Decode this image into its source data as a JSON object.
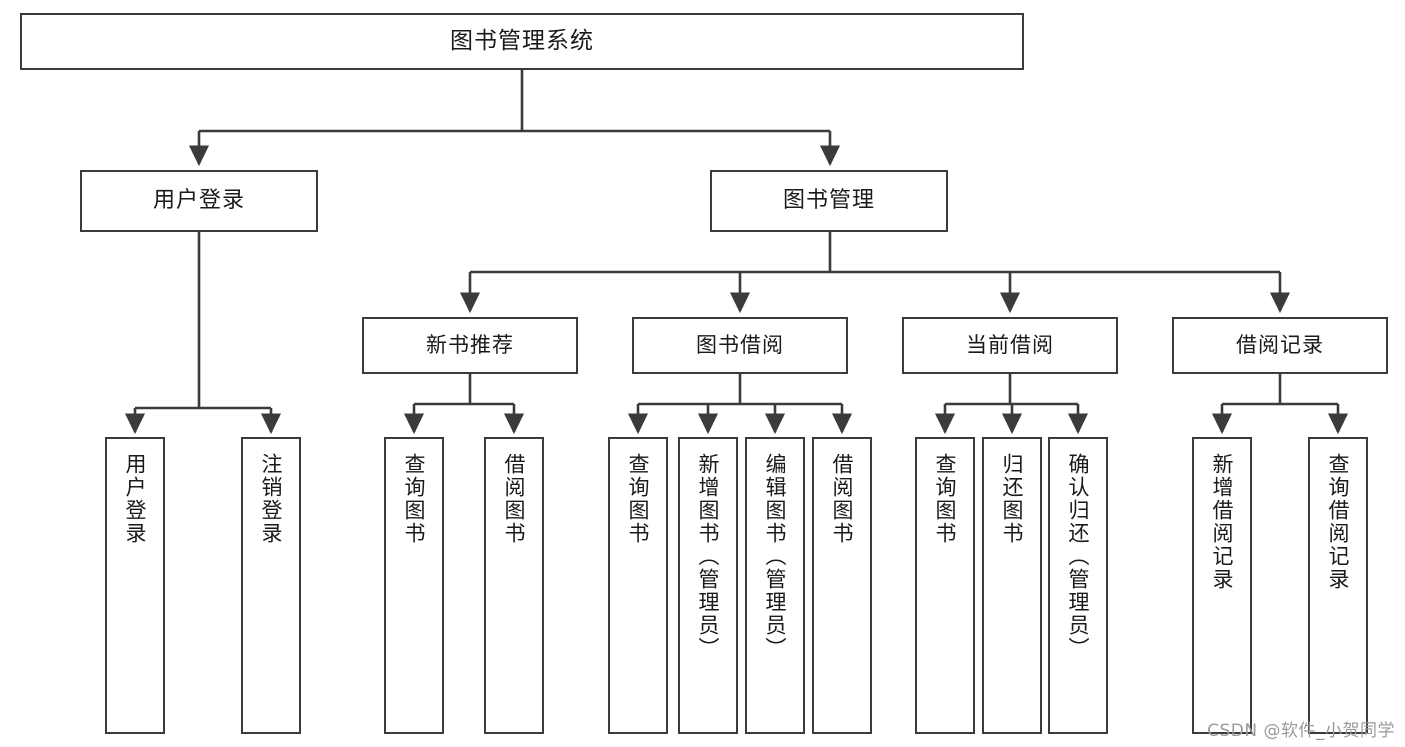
{
  "diagram": {
    "title": "图书管理系统",
    "type": "tree",
    "watermark": "CSDN @软件_小贺同学",
    "colors": {
      "box_border": "#3b3b3b",
      "box_fill": "#ffffff",
      "edge": "#3b3b3b",
      "text": "#1a1a1a",
      "watermark": "#9a9a9a"
    },
    "nodes": {
      "root": {
        "label": "图书管理系统"
      },
      "level2": [
        {
          "id": "user-login",
          "label": "用户登录"
        },
        {
          "id": "book-management",
          "label": "图书管理"
        }
      ],
      "level3": [
        {
          "id": "new-book-recommend",
          "label": "新书推荐"
        },
        {
          "id": "book-borrow",
          "label": "图书借阅"
        },
        {
          "id": "current-borrow",
          "label": "当前借阅"
        },
        {
          "id": "borrow-record",
          "label": "借阅记录"
        }
      ],
      "leaves": {
        "user-login": [
          {
            "id": "leaf-user-login",
            "label": "用户登录"
          },
          {
            "id": "leaf-logout-login",
            "label": "注销登录"
          }
        ],
        "new-book-recommend": [
          {
            "id": "leaf-query-book-1",
            "label": "查询图书"
          },
          {
            "id": "leaf-borrow-book-1",
            "label": "借阅图书"
          }
        ],
        "book-borrow": [
          {
            "id": "leaf-query-book-2",
            "label": "查询图书"
          },
          {
            "id": "leaf-add-book",
            "label": "新增图书（管理员）"
          },
          {
            "id": "leaf-edit-book",
            "label": "编辑图书（管理员）"
          },
          {
            "id": "leaf-borrow-book-2",
            "label": "借阅图书"
          }
        ],
        "current-borrow": [
          {
            "id": "leaf-query-book-3",
            "label": "查询图书"
          },
          {
            "id": "leaf-return-book",
            "label": "归还图书"
          },
          {
            "id": "leaf-confirm-return",
            "label": "确认归还（管理员）"
          }
        ],
        "borrow-record": [
          {
            "id": "leaf-add-record",
            "label": "新增借阅记录"
          },
          {
            "id": "leaf-query-record",
            "label": "查询借阅记录"
          }
        ]
      }
    }
  }
}
